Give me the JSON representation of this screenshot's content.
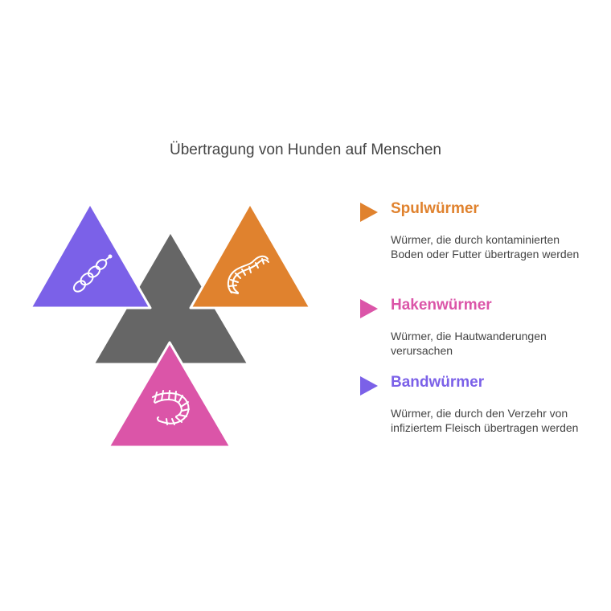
{
  "title": "Übertragung von Hunden auf Menschen",
  "colors": {
    "center": "#666666",
    "spul": "#E0822E",
    "haken": "#DB55A8",
    "band": "#7B61E8",
    "description": "#444444"
  },
  "items": [
    {
      "title": "Spulwürmer",
      "description": "Würmer, die durch kontaminierten Boden oder Futter übertragen werden",
      "color": "#E0822E",
      "icon": "roundworm-icon"
    },
    {
      "title": "Hakenwürmer",
      "description": "Würmer, die Hautwanderungen verursachen",
      "color": "#DB55A8",
      "icon": "hookworm-icon"
    },
    {
      "title": "Bandwürmer",
      "description": "Würmer, die durch den Verzehr von infiziertem Fleisch übertragen werden",
      "color": "#7B61E8",
      "icon": "tapeworm-icon"
    }
  ]
}
